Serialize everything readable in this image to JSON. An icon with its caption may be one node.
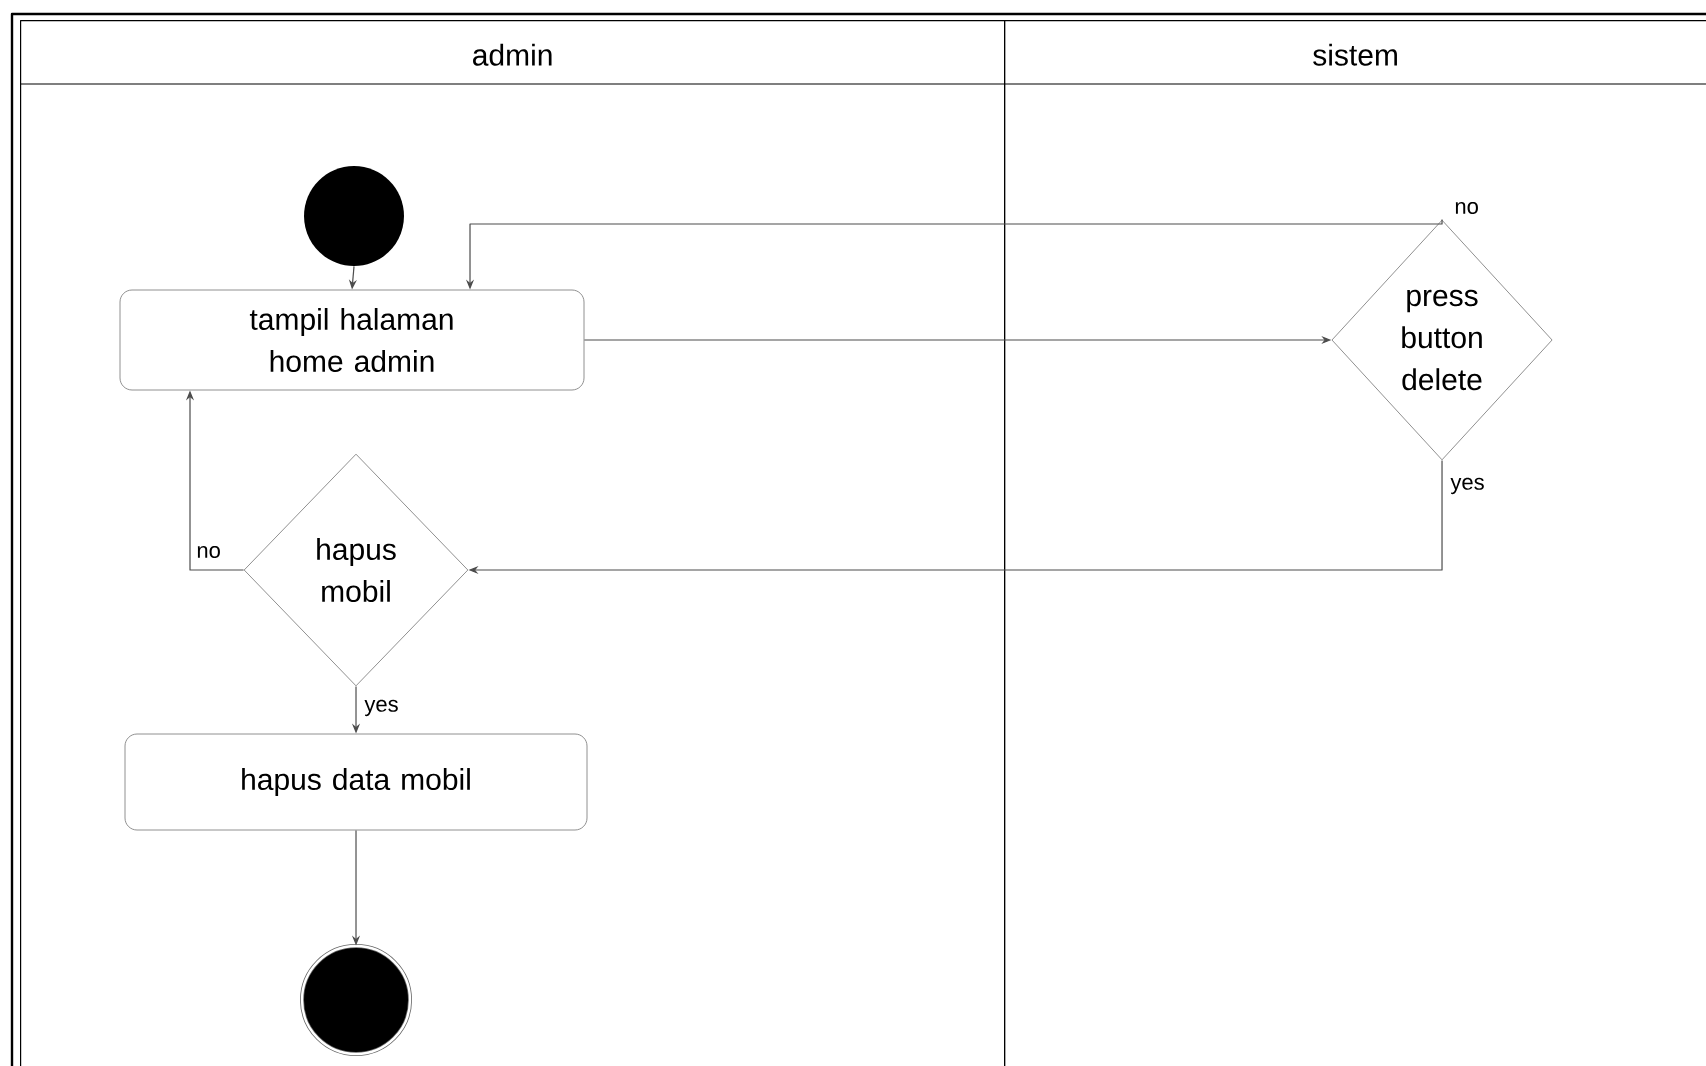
{
  "diagram": {
    "nodes": [
      {
        "text": [
          "admin"
        ]
      },
      {
        "text": [
          "sistem"
        ]
      },
      {
        "text": [],
        "shape": "circle",
        "in": 0
      },
      {
        "text": [
          "tampil halaman home admin"
        ],
        "in": 0
      },
      {
        "text": [
          "press button delete"
        ],
        "in": 1
      },
      {
        "text": [
          "hapus mobil"
        ],
        "in": 0
      },
      {
        "text": [
          "hapus data mobil"
        ],
        "in": 0
      },
      {
        "text": [],
        "shape": "circle",
        "in": 0
      }
    ],
    "edges": [
      {
        "from": 2,
        "to": 3,
        "arrow": "to"
      },
      {
        "from": 4,
        "to": 3,
        "arrow": "to",
        "label": "no"
      },
      {
        "from": 3,
        "to": 4,
        "arrow": "to"
      },
      {
        "from": 4,
        "to": 5,
        "arrow": "to",
        "label": "yes"
      },
      {
        "from": 5,
        "to": 3,
        "arrow": "to",
        "label": "no"
      },
      {
        "from": 5,
        "to": 6,
        "arrow": "to",
        "label": "yes"
      },
      {
        "from": 6,
        "to": 7,
        "arrow": "to"
      }
    ]
  }
}
